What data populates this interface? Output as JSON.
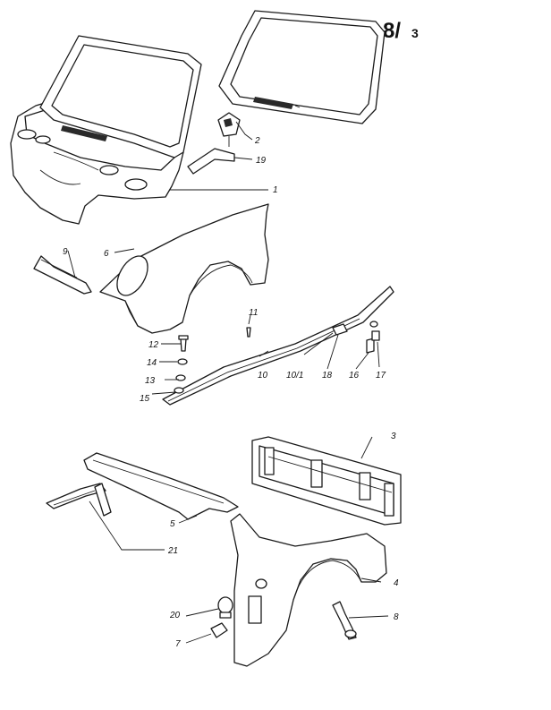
{
  "sheet": {
    "number": "8/",
    "sub": "3"
  },
  "parts": [
    {
      "key": "p1",
      "label": "1"
    },
    {
      "key": "p2",
      "label": "2"
    },
    {
      "key": "p3",
      "label": "3"
    },
    {
      "key": "p4",
      "label": "4"
    },
    {
      "key": "p5",
      "label": "5"
    },
    {
      "key": "p6",
      "label": "6"
    },
    {
      "key": "p7",
      "label": "7"
    },
    {
      "key": "p8",
      "label": "8"
    },
    {
      "key": "p9",
      "label": "9"
    },
    {
      "key": "p10",
      "label": "10"
    },
    {
      "key": "p10_1",
      "label": "10/1"
    },
    {
      "key": "p11",
      "label": "11"
    },
    {
      "key": "p12",
      "label": "12"
    },
    {
      "key": "p13",
      "label": "13"
    },
    {
      "key": "p14",
      "label": "14"
    },
    {
      "key": "p15",
      "label": "15"
    },
    {
      "key": "p16",
      "label": "16"
    },
    {
      "key": "p17",
      "label": "17"
    },
    {
      "key": "p18",
      "label": "18"
    },
    {
      "key": "p19",
      "label": "19"
    },
    {
      "key": "p20",
      "label": "20"
    },
    {
      "key": "p21",
      "label": "21"
    }
  ]
}
